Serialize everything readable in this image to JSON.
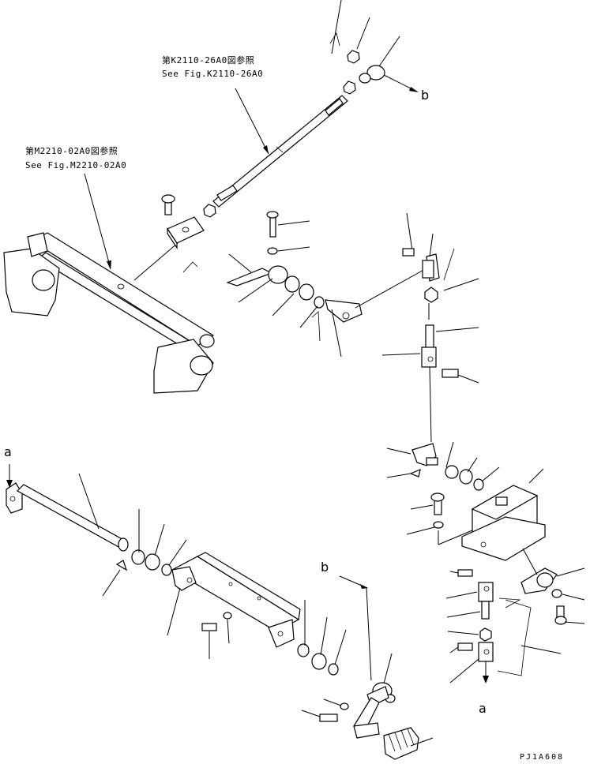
{
  "references": [
    {
      "jp": "第K2110-26A0図参照",
      "en": "See Fig.K2110-26A0"
    },
    {
      "jp": "第M2210-02A0図参照",
      "en": "See Fig.M2210-02A0"
    }
  ],
  "callouts": {
    "a_top": "a",
    "a_bottom": "a",
    "b_top": "b",
    "b_bottom": "b"
  },
  "figure_code": "PJ1A608"
}
